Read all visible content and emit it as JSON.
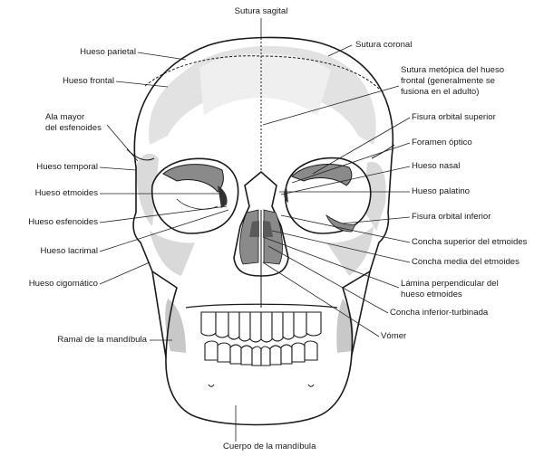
{
  "labels": {
    "sutura_sagital": "Sutura sagital",
    "hueso_parietal": "Hueso parietal",
    "sutura_coronal": "Sutura coronal",
    "hueso_frontal": "Hueso frontal",
    "sutura_metopica": [
      "Sutura metópica del hueso",
      "frontal (generalmente se",
      "fusiona en el adulto)"
    ],
    "ala_mayor": [
      "Ala mayor",
      "del esfenoides"
    ],
    "fisura_orbital_superior": "Fisura orbital superior",
    "foramen_optico": "Foramen óptico",
    "hueso_temporal": "Hueso temporal",
    "hueso_nasal": "Hueso nasal",
    "hueso_etmoides": "Hueso etmoides",
    "hueso_palatino": "Hueso palatino",
    "hueso_esfenoides": "Hueso esfenoides",
    "fisura_orbital_inferior": "Fisura orbital inferior",
    "concha_superior": "Concha superior del etmoides",
    "hueso_lacrimal": "Hueso lacrimal",
    "concha_media": "Concha media del etmoides",
    "hueso_cigomatico": "Hueso cigomático",
    "lamina_perpendicular": [
      "Lámina perpendicular del",
      "hueso etmoides"
    ],
    "concha_inferior": "Concha inferior-turbinada",
    "ramal_mandibula": "Ramal de la mandíbula",
    "vomer": "Vómer",
    "cuerpo_mandibula": "Cuerpo de la mandíbula"
  },
  "colors": {
    "outline": "#1a1a1a",
    "bone_shade": "#d6d6d6",
    "dark_shade": "#8a8a8a",
    "leader": "#222222"
  }
}
